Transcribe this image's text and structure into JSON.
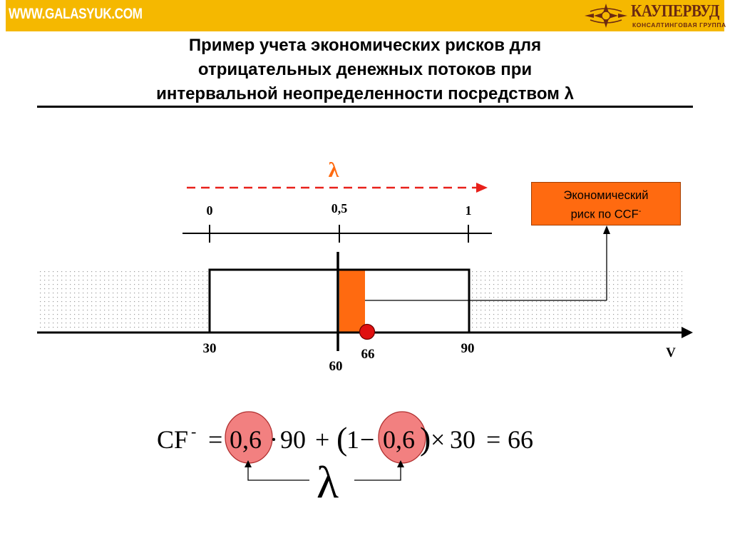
{
  "header": {
    "site_url": "WWW.GALASYUK.COM",
    "logo_name": "КАУПЕРВУД",
    "logo_subtitle": "КОНСАЛТИНГОВАЯ ГРУППА",
    "bar_color": "#f5b800"
  },
  "title": {
    "line1": "Пример учета экономических рисков для",
    "line2": "отрицательных денежных потоков при",
    "line3": "интервальной неопределенности посредством λ"
  },
  "diagram": {
    "lambda_label": "λ",
    "lambda_scale": {
      "ticks": [
        "0",
        "0,5",
        "1"
      ]
    },
    "value_axis": {
      "label": "V",
      "tick_30": "30",
      "tick_60": "60",
      "tick_66": "66",
      "tick_90": "90"
    },
    "note": {
      "line1": "Экономический",
      "line2": "риск по CCF",
      "superscript": "-"
    },
    "colors": {
      "highlight": "#ff6a10",
      "arrow": "#e8201a",
      "marker": "#e01010"
    }
  },
  "formula": {
    "lhs": "CF",
    "lhs_sup": "-",
    "eq1": "=",
    "lambda1": "0,6",
    "dot": "·",
    "ninety": "90",
    "plus": "+",
    "lparen": "(",
    "one": "1",
    "minus": "−",
    "lambda2": "0,6",
    "rparen": ")",
    "times": "×",
    "thirty": "30",
    "eq2": "=",
    "result": "66",
    "lambda_symbol": "λ"
  }
}
